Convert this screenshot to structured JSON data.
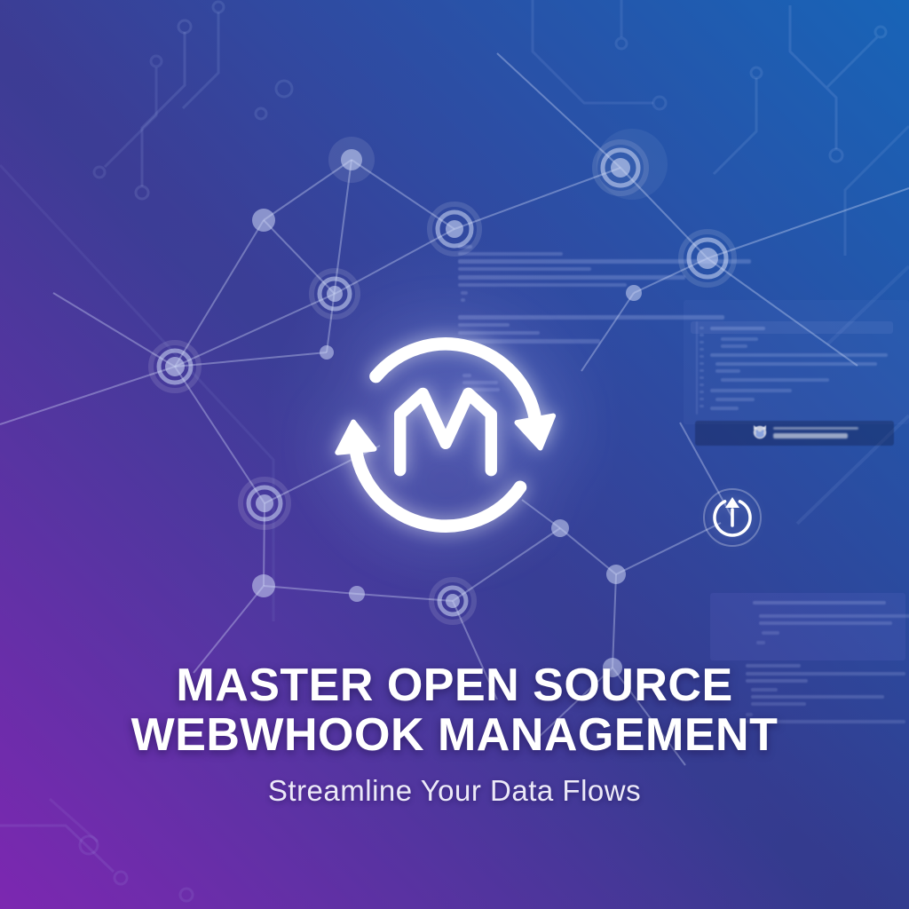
{
  "hero": {
    "title_line1": "MASTER OPEN SOURCE",
    "title_line2": "WEBWHOOK MANAGEMENT",
    "subtitle": "Streamline Your Data Flows"
  },
  "logo": {
    "letter": "M",
    "description": "letter M inside circular sync arrows"
  },
  "icons": {
    "sync_arrows": "sync-arrows-icon",
    "power": "power-restart-icon",
    "octocat": "octocat-icon"
  },
  "colors": {
    "gradient_top_left": "#3d3c94",
    "gradient_top_right": "#1666b9",
    "gradient_bottom_left": "#8026b2",
    "gradient_bottom_right": "#333a8c",
    "title_text": "#ffffff",
    "subtitle_text": "#ece9f8",
    "network": "#cdd7f5"
  }
}
